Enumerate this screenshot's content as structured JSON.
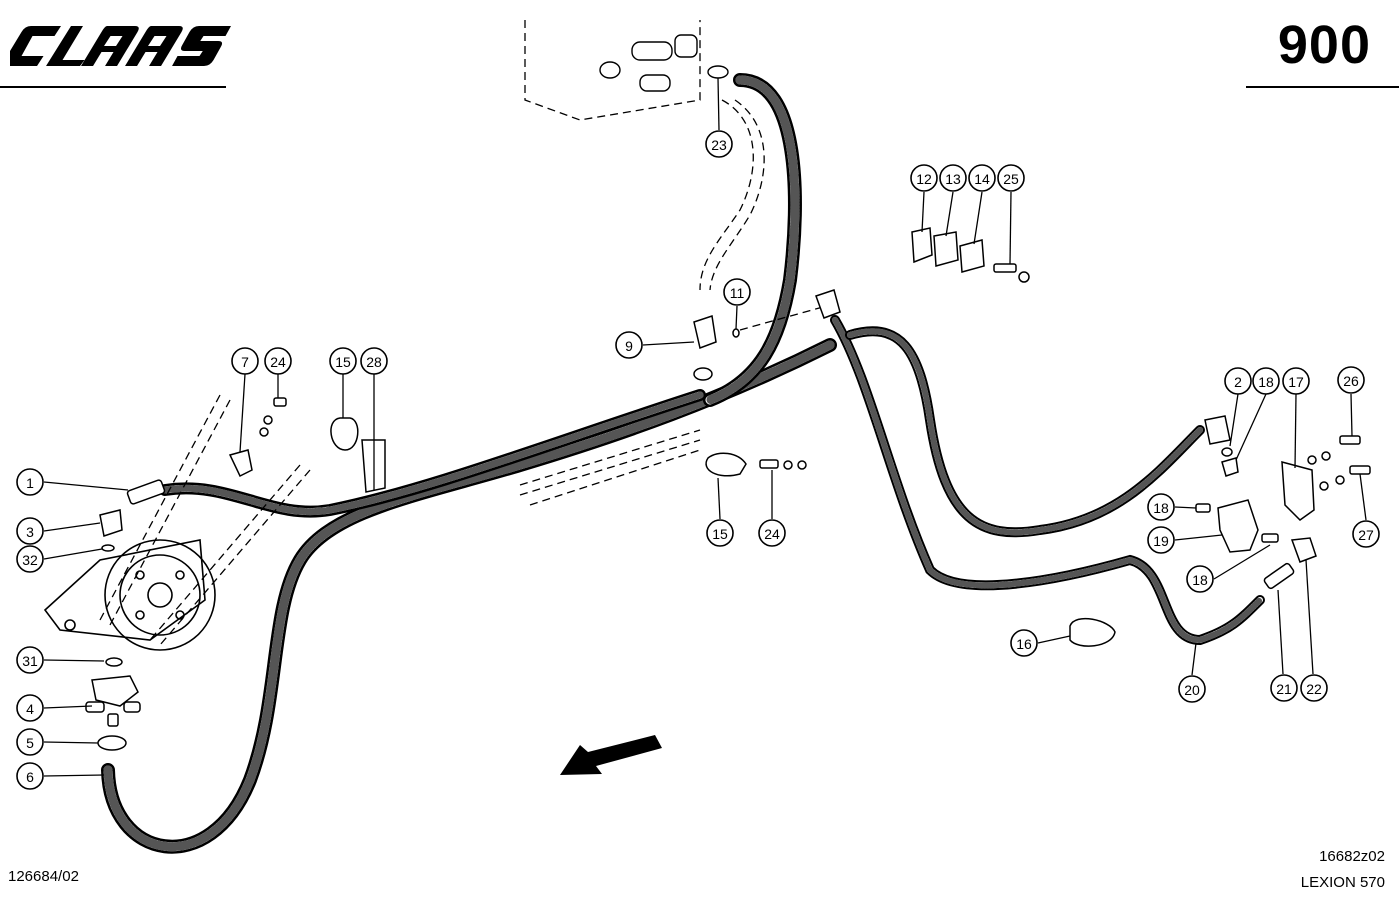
{
  "header": {
    "brand": "CLAAS",
    "page_number": "900"
  },
  "footer": {
    "left_ref": "126684/02",
    "right_ref": "16682z02",
    "model": "LEXION 570"
  },
  "callouts": [
    {
      "id": "c1",
      "label": "1"
    },
    {
      "id": "c2",
      "label": "2"
    },
    {
      "id": "c3",
      "label": "3"
    },
    {
      "id": "c4",
      "label": "4"
    },
    {
      "id": "c5",
      "label": "5"
    },
    {
      "id": "c6",
      "label": "6"
    },
    {
      "id": "c7",
      "label": "7"
    },
    {
      "id": "c9",
      "label": "9"
    },
    {
      "id": "c11",
      "label": "11"
    },
    {
      "id": "c12",
      "label": "12"
    },
    {
      "id": "c13",
      "label": "13"
    },
    {
      "id": "c14",
      "label": "14"
    },
    {
      "id": "c15a",
      "label": "15"
    },
    {
      "id": "c15b",
      "label": "15"
    },
    {
      "id": "c16",
      "label": "16"
    },
    {
      "id": "c17",
      "label": "17"
    },
    {
      "id": "c18a",
      "label": "18"
    },
    {
      "id": "c18b",
      "label": "18"
    },
    {
      "id": "c18c",
      "label": "18"
    },
    {
      "id": "c19",
      "label": "19"
    },
    {
      "id": "c20",
      "label": "20"
    },
    {
      "id": "c21",
      "label": "21"
    },
    {
      "id": "c22",
      "label": "22"
    },
    {
      "id": "c23",
      "label": "23"
    },
    {
      "id": "c24a",
      "label": "24"
    },
    {
      "id": "c24b",
      "label": "24"
    },
    {
      "id": "c25",
      "label": "25"
    },
    {
      "id": "c26",
      "label": "26"
    },
    {
      "id": "c27",
      "label": "27"
    },
    {
      "id": "c28",
      "label": "28"
    },
    {
      "id": "c31",
      "label": "31"
    },
    {
      "id": "c32",
      "label": "32"
    }
  ]
}
